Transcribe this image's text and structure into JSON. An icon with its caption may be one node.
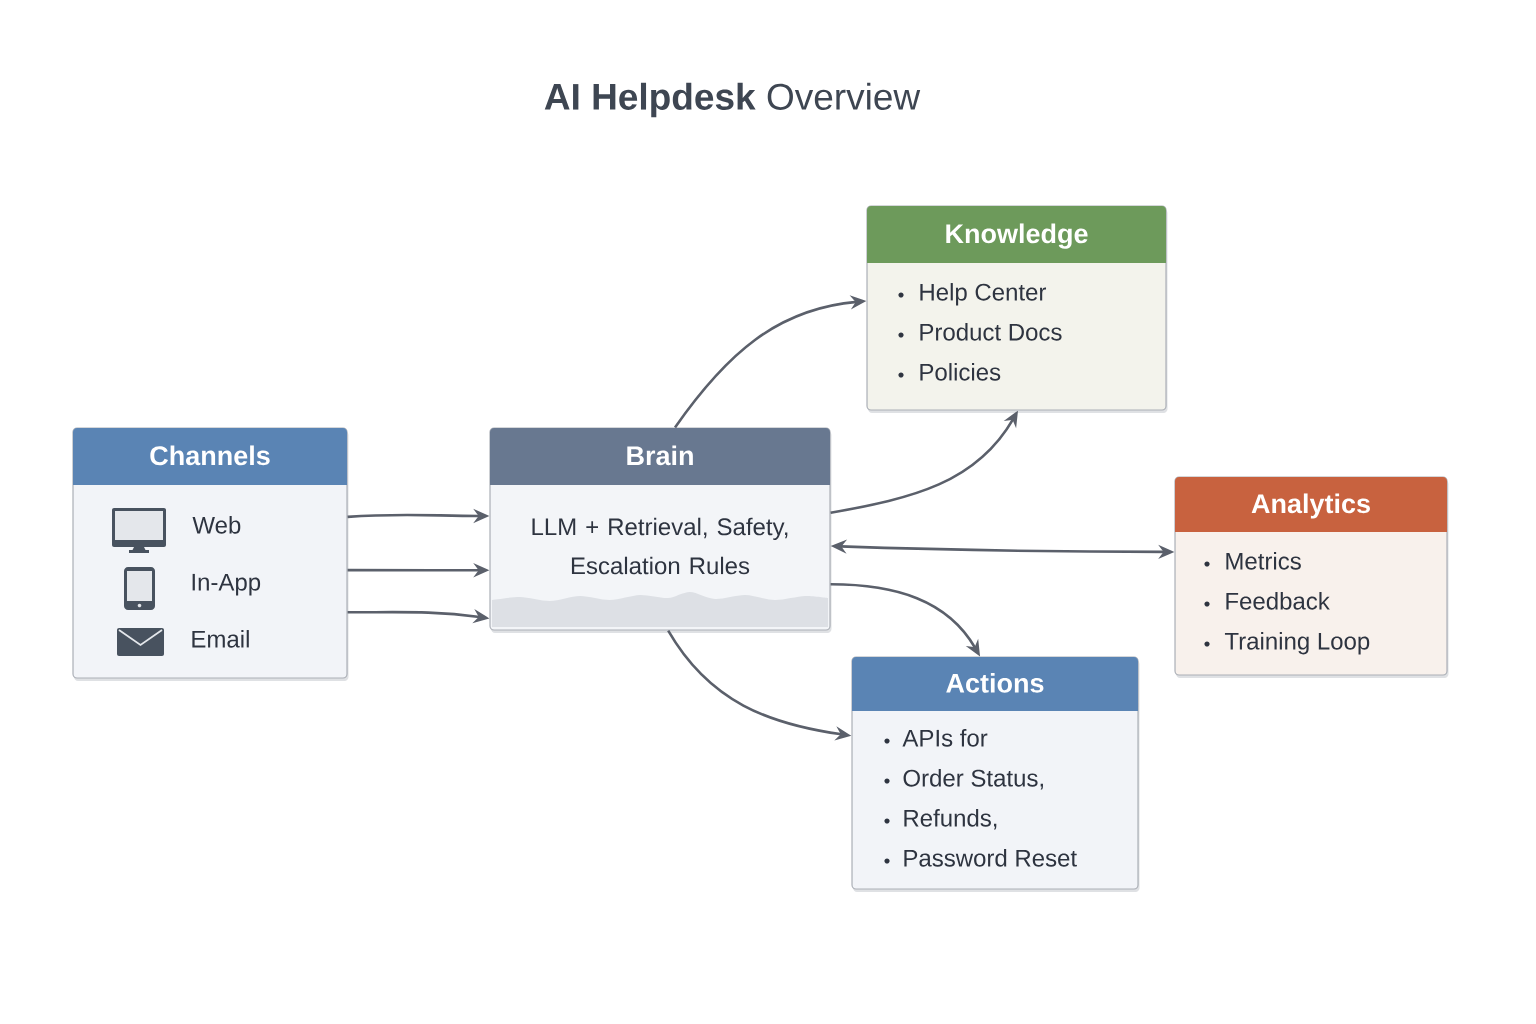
{
  "diagram": {
    "title": "**AI Helpdesk** Overview",
    "nodes": [
      {
        "text": [
          "Channels",
          "Web",
          "In-App",
          "Email"
        ]
      },
      {
        "text": [
          "Brain",
          "LLM + Retrieval, Safety, Escalation Rules"
        ]
      },
      {
        "text": [
          "Knowledge",
          "Help Center",
          "Product Docs",
          "Policies"
        ]
      },
      {
        "text": [
          "Analytics",
          "Metrics",
          "Feedback",
          "Training Loop"
        ]
      },
      {
        "text": [
          "Actions",
          "APIs for",
          "Order Status,",
          "Refunds,",
          "Password Reset"
        ]
      }
    ],
    "edges": [
      {
        "from": 0,
        "to": 1,
        "arrow": "to"
      },
      {
        "from": 0,
        "to": 1,
        "arrow": "to"
      },
      {
        "from": 0,
        "to": 1,
        "arrow": "to"
      },
      {
        "from": 1,
        "to": 2,
        "arrow": "to"
      },
      {
        "from": 1,
        "to": 2,
        "arrow": "to"
      },
      {
        "from": 1,
        "to": 3,
        "arrow": "both"
      },
      {
        "from": 1,
        "to": 4,
        "arrow": "to"
      },
      {
        "from": 1,
        "to": 4,
        "arrow": "to"
      }
    ]
  }
}
